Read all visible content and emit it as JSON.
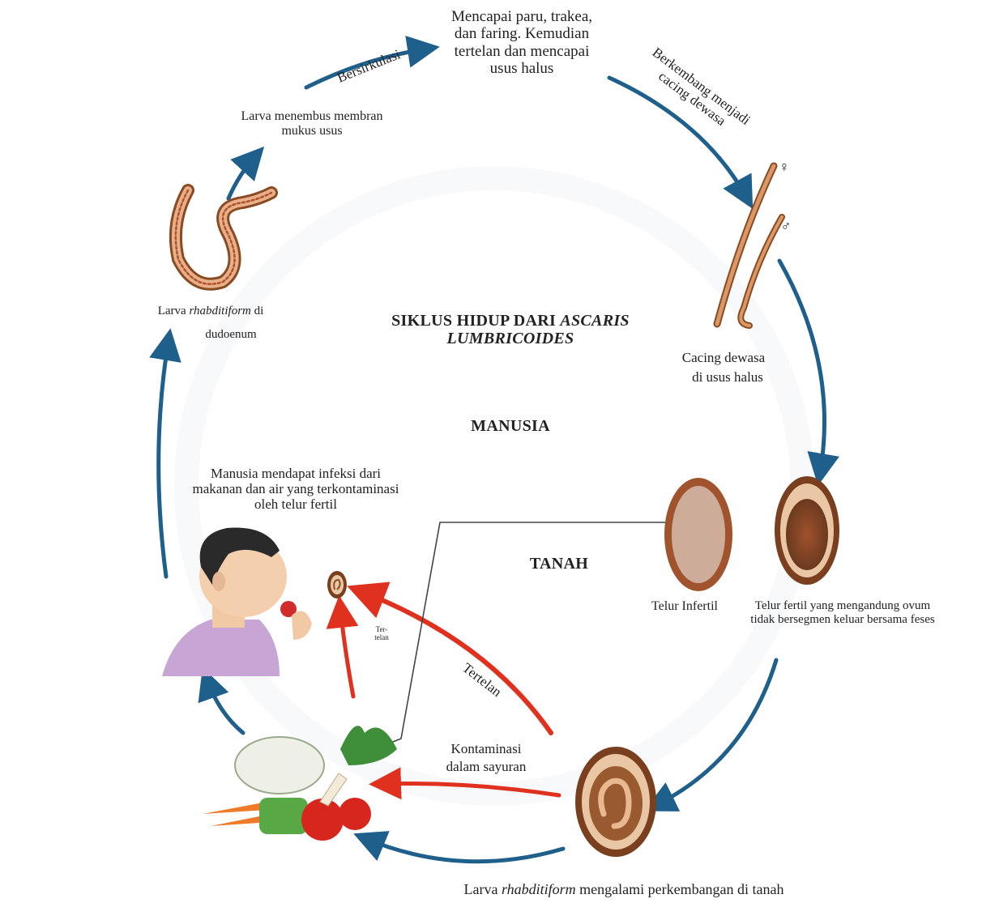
{
  "diagram": {
    "title_part1": "SIKLUS HIDUP DARI ",
    "title_part2": "ASCARIS LUMBRICOIDES",
    "section_human": "MANUSIA",
    "section_soil": "TANAH",
    "steps": {
      "circulate": "Bersirkulasi",
      "reach_lungs": "Mencapai paru, trakea, dan faring. Kemudian tertelan dan mencapai usus halus",
      "develop_adult": "Berkembang menjadi cacing dewasa",
      "adult_worm_line1": "Cacing dewasa",
      "adult_worm_line2": "di usus halus",
      "larva_penetrates": "Larva menembus membran mukus usus",
      "larva_duodenum_pre": "Larva ",
      "larva_duodenum_it": "rhabditiform",
      "larva_duodenum_post": " di",
      "larva_duodenum_line2": "dudoenum",
      "infertile_egg": "Telur Infertil",
      "fertile_egg": "Telur fertil yang mengandung ovum tidak bersegmen keluar bersama feses",
      "human_infection": "Manusia mendapat infeksi dari makanan dan air yang terkontaminasi oleh telur fertil",
      "swallowed_small": "Ter- telan",
      "swallowed": "Tertelan",
      "contamination_line1": "Kontaminasi",
      "contamination_line2": "dalam sayuran",
      "soil_dev_pre": "Larva ",
      "soil_dev_it": "rhabditiform",
      "soil_dev_post": " mengalami perkembangan di tanah"
    },
    "symbols": {
      "female": "♀",
      "male": "♂"
    },
    "colors": {
      "cycle_arrow": "#1f5f8b",
      "ingest_arrow": "#e0301e",
      "worm": "#b5652e",
      "egg_shell": "#c98b5c"
    }
  }
}
